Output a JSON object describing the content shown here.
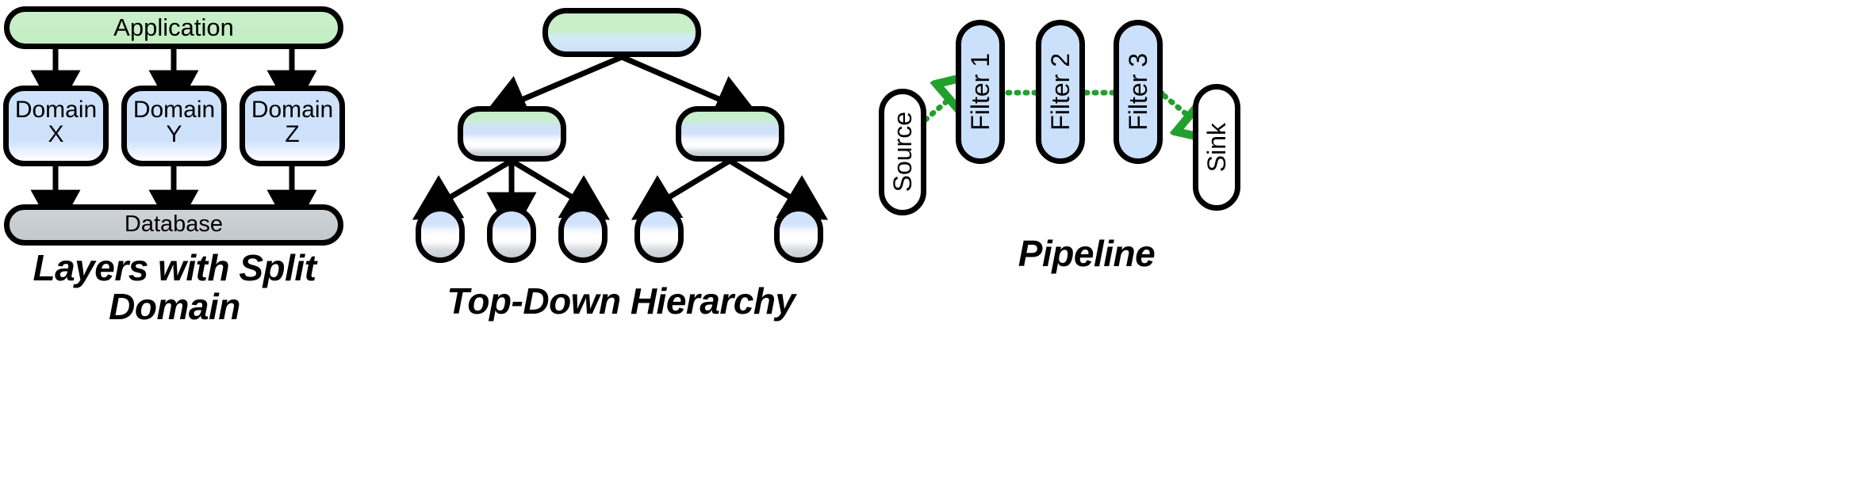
{
  "figure": {
    "panels": [
      {
        "id": "layers-split-domain",
        "caption": "Layers with Split\nDomain",
        "nodes": [
          {
            "name": "application",
            "label": "Application",
            "style": "green-bar"
          },
          {
            "name": "domain-x",
            "label": "Domain\nX",
            "style": "blue-box"
          },
          {
            "name": "domain-y",
            "label": "Domain\nY",
            "style": "blue-box"
          },
          {
            "name": "domain-z",
            "label": "Domain\nZ",
            "style": "blue-box"
          },
          {
            "name": "database",
            "label": "Database",
            "style": "gray-bar"
          }
        ],
        "edges": [
          {
            "from": "application",
            "to": "domain-x",
            "style": "solid-arrow"
          },
          {
            "from": "application",
            "to": "domain-y",
            "style": "solid-arrow"
          },
          {
            "from": "application",
            "to": "domain-z",
            "style": "solid-arrow"
          },
          {
            "from": "domain-x",
            "to": "database",
            "style": "solid-arrow"
          },
          {
            "from": "domain-y",
            "to": "database",
            "style": "solid-arrow"
          },
          {
            "from": "domain-z",
            "to": "database",
            "style": "solid-arrow"
          }
        ]
      },
      {
        "id": "top-down-hierarchy",
        "caption": "Top-Down Hierarchy",
        "nodes": [
          {
            "name": "root",
            "label": "",
            "style": "hier-root"
          },
          {
            "name": "mid-left",
            "label": "",
            "style": "hier-mid"
          },
          {
            "name": "mid-right",
            "label": "",
            "style": "hier-mid"
          },
          {
            "name": "leaf-1",
            "label": "",
            "style": "hier-leaf"
          },
          {
            "name": "leaf-2",
            "label": "",
            "style": "hier-leaf"
          },
          {
            "name": "leaf-3",
            "label": "",
            "style": "hier-leaf"
          },
          {
            "name": "leaf-4",
            "label": "",
            "style": "hier-leaf"
          },
          {
            "name": "leaf-5",
            "label": "",
            "style": "hier-leaf"
          }
        ],
        "edges": [
          {
            "from": "root",
            "to": "mid-left",
            "style": "solid-arrow"
          },
          {
            "from": "root",
            "to": "mid-right",
            "style": "solid-arrow"
          },
          {
            "from": "mid-left",
            "to": "leaf-1",
            "style": "solid-arrow"
          },
          {
            "from": "mid-left",
            "to": "leaf-2",
            "style": "solid-arrow"
          },
          {
            "from": "mid-left",
            "to": "leaf-3",
            "style": "solid-arrow"
          },
          {
            "from": "mid-right",
            "to": "leaf-4",
            "style": "solid-arrow"
          },
          {
            "from": "mid-right",
            "to": "leaf-5",
            "style": "solid-arrow"
          }
        ]
      },
      {
        "id": "pipeline",
        "caption": "Pipeline",
        "nodes": [
          {
            "name": "source",
            "label": "Source",
            "style": "white-pill"
          },
          {
            "name": "filter-1",
            "label": "Filter 1",
            "style": "blue-pill"
          },
          {
            "name": "filter-2",
            "label": "Filter 2",
            "style": "blue-pill"
          },
          {
            "name": "filter-3",
            "label": "Filter 3",
            "style": "blue-pill"
          },
          {
            "name": "sink",
            "label": "Sink",
            "style": "white-pill"
          }
        ],
        "edges": [
          {
            "from": "source",
            "to": "filter-1",
            "style": "green-dotted-hollow-arrow"
          },
          {
            "from": "filter-1",
            "to": "filter-2",
            "style": "green-dotted-hollow-arrow"
          },
          {
            "from": "filter-2",
            "to": "filter-3",
            "style": "green-dotted-hollow-arrow"
          },
          {
            "from": "filter-3",
            "to": "sink",
            "style": "green-dotted-hollow-arrow"
          }
        ]
      }
    ],
    "colors": {
      "green_fill": "#c8efc8",
      "blue_fill": "#cde1fb",
      "gray_fill": "#c9ced3",
      "white_fill": "#ffffff",
      "stroke": "#000000",
      "arrow_green": "#22a02c",
      "background": "#ffffff"
    }
  }
}
